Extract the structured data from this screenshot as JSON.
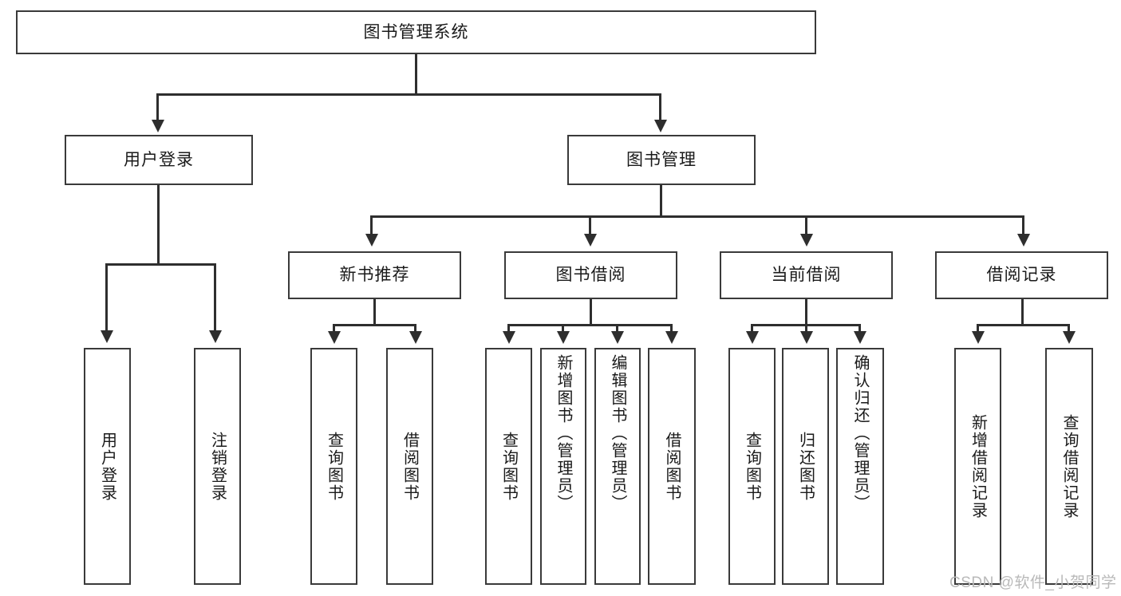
{
  "diagram": {
    "type": "tree-hierarchy-chart",
    "title_node": {
      "label": "图书管理系统"
    },
    "level2": [
      {
        "label": "用户登录"
      },
      {
        "label": "图书管理"
      }
    ],
    "level3": [
      {
        "label": "新书推荐"
      },
      {
        "label": "图书借阅"
      },
      {
        "label": "当前借阅"
      },
      {
        "label": "借阅记录"
      }
    ],
    "leaves": {
      "user_login": [
        {
          "label": "用户登录"
        },
        {
          "label": "注销登录"
        }
      ],
      "new_book_recommend": [
        {
          "label": "查询图书"
        },
        {
          "label": "借阅图书"
        }
      ],
      "book_borrow": [
        {
          "label": "查询图书"
        },
        {
          "label": "新增图书（管理员）"
        },
        {
          "label": "编辑图书（管理员）"
        },
        {
          "label": "借阅图书"
        }
      ],
      "current_borrow": [
        {
          "label": "查询图书"
        },
        {
          "label": "归还图书"
        },
        {
          "label": "确认归还（管理员）"
        }
      ],
      "borrow_record": [
        {
          "label": "新增借阅记录"
        },
        {
          "label": "查询借阅记录"
        }
      ]
    }
  },
  "watermark": {
    "text": "CSDN @软件_小贺同学"
  },
  "colors": {
    "border": "#3a3a3a",
    "line": "#2e2e2e",
    "text": "#1a1a1a",
    "background": "#ffffff",
    "watermark": "#b9b9b9"
  }
}
